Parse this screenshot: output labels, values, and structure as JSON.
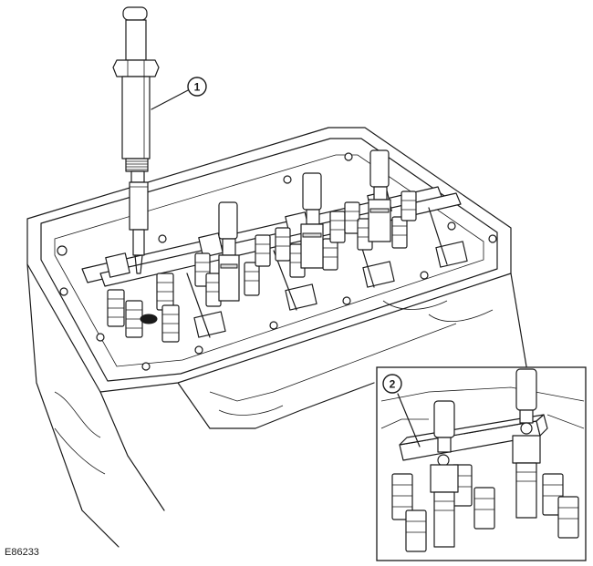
{
  "callouts": [
    {
      "id": "1",
      "label": "1"
    },
    {
      "id": "2",
      "label": "2"
    }
  ],
  "reference_code": "E86233",
  "colors": {
    "line": "#1a1a1a",
    "background": "#ffffff"
  }
}
